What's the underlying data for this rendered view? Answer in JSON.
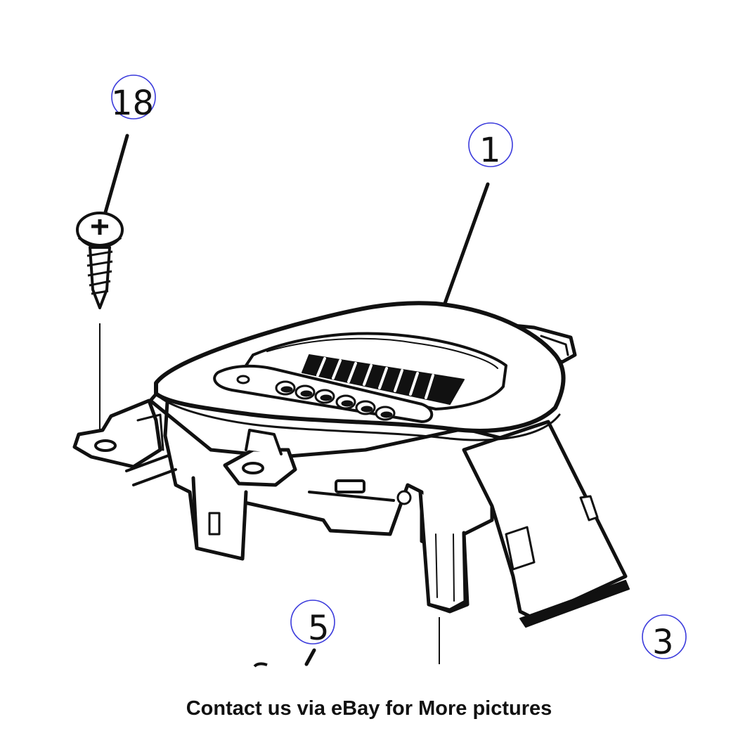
{
  "callouts": {
    "c18": "18",
    "c1": "1",
    "c5": "5",
    "c3": "3"
  },
  "caption": "Contact us via eBay for More pictures",
  "colors": {
    "line": "#111111",
    "callout_ring": "#3b3bdc",
    "background": "#ffffff"
  }
}
